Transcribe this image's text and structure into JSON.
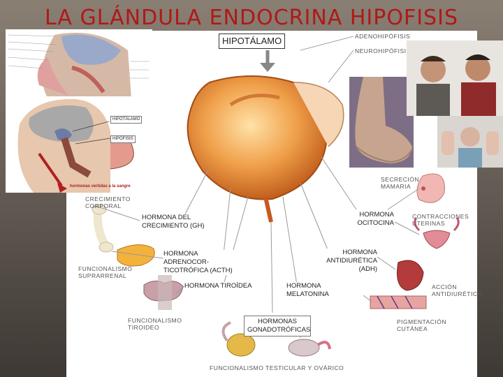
{
  "title": "LA GLÁNDULA ENDOCRINA HIPOFISIS",
  "hypothalamus_label": "HIPOTÁLAMO",
  "lobes": {
    "adeno": "ADENOHIPÓFISIS",
    "neuro": "NEUROHIPÓFISIS"
  },
  "inset": {
    "hypothalamus": "HIPOTÁLAMO",
    "hypophysis": "HIPÓFISIS",
    "caption": "hormonas vertidas a la sangre"
  },
  "hormones": {
    "gh": "HORMONA DEL CRECIMIENTO (GH)",
    "acth": "HORMONA ADRENOCOR-TICOTRÓFICA (ACTH)",
    "thyroid": "HORMONA TIROÍDEA",
    "gonado": "HORMONAS GONADOTRÓFICAS",
    "oxytocin": "HORMONA OCITOCINA",
    "adh": "HORMONA ANTIDIURÉTICA (ADH)",
    "melatonin": "HORMONA MELATONINA"
  },
  "captions": {
    "growth": "CRECIMIENTO CORPORAL",
    "adrenal": "FUNCIONALISMO SUPRARRENAL",
    "thyroid": "FUNCIONALISMO TIROIDEO",
    "gonads": "FUNCIONALISMO TESTICULAR Y OVÁRICO",
    "breast": "SECRECIÓN MAMARIA",
    "uterus": "CONTRACCIONES UTERINAS",
    "kidney": "ACCIÓN ANTIDIURÉTICA",
    "skin": "PIGMENTACIÓN CUTÁNEA"
  },
  "colors": {
    "title": "#b01818",
    "gland": "#e8903a",
    "stem": "#c65a1e"
  }
}
